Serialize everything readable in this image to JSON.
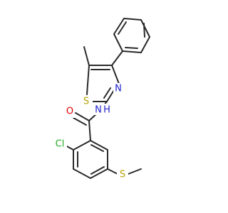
{
  "molecule": {
    "atom_labels": {
      "methyl_thiazole": "",
      "S_ring": "S",
      "N_ring": "N",
      "NH": "N",
      "H": "H",
      "O": "O",
      "Cl": "Cl",
      "S_thioether": "S"
    },
    "colors": {
      "bond": "#2a2a2a",
      "S": "#b8a000",
      "N": "#2222cc",
      "O": "#dd0000",
      "Cl": "#22aa22"
    }
  }
}
